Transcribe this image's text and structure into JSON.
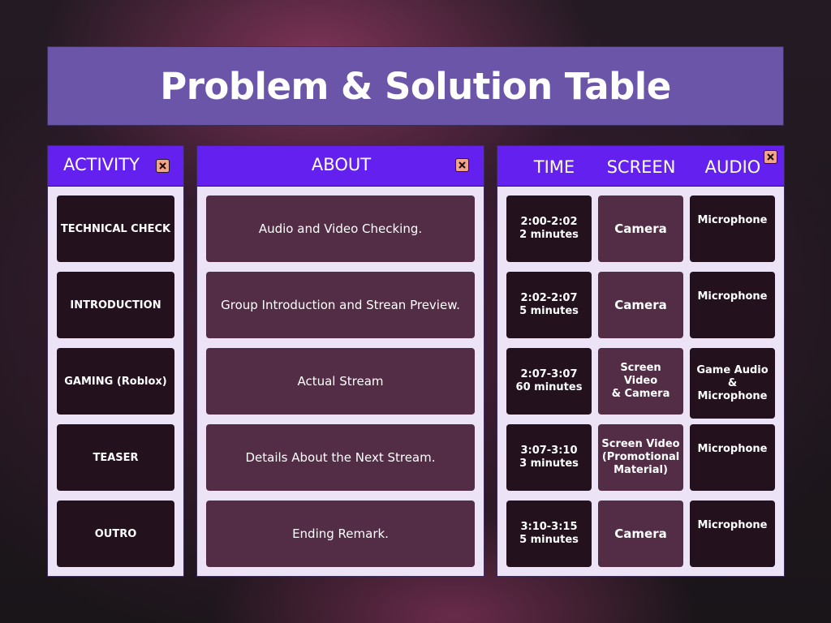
{
  "title": "Problem & Solution Table",
  "colors": {
    "title_bar": "#6a55a8",
    "header": "#6420ef",
    "panel_bg": "#ece3f6",
    "cell_dark": "#23111e",
    "cell_mid": "#522d45",
    "close_button": "#f2a48a"
  },
  "icons": {
    "close": "close-icon"
  },
  "activity": {
    "header": "ACTIVITY",
    "items": [
      "TECHNICAL CHECK",
      "INTRODUCTION",
      "GAMING (Roblox)",
      "TEASER",
      "OUTRO"
    ]
  },
  "about": {
    "header": "ABOUT",
    "items": [
      "Audio and Video Checking.",
      "Group Introduction and Strean Preview.",
      "Actual Stream",
      "Details About the Next Stream.",
      "Ending Remark."
    ]
  },
  "schedule": {
    "headers": {
      "time": "TIME",
      "screen": "SCREEN",
      "audio": "AUDIO"
    },
    "rows": [
      {
        "time": [
          "2:00-2:02",
          "2 minutes"
        ],
        "screen": [
          "Camera"
        ],
        "audio": [
          "Microphone"
        ]
      },
      {
        "time": [
          "2:02-2:07",
          "5 minutes"
        ],
        "screen": [
          "Camera"
        ],
        "audio": [
          "Microphone"
        ]
      },
      {
        "time": [
          "2:07-3:07",
          "60 minutes"
        ],
        "screen": [
          "Screen",
          "Video",
          "& Camera"
        ],
        "audio": [
          "Game Audio",
          "&",
          "Microphone"
        ]
      },
      {
        "time": [
          "3:07-3:10",
          "3 minutes"
        ],
        "screen": [
          "Screen Video",
          "(Promotional",
          "Material)"
        ],
        "audio": [
          "Microphone"
        ]
      },
      {
        "time": [
          "3:10-3:15",
          "5 minutes"
        ],
        "screen": [
          "Camera"
        ],
        "audio": [
          "Microphone"
        ]
      }
    ]
  }
}
